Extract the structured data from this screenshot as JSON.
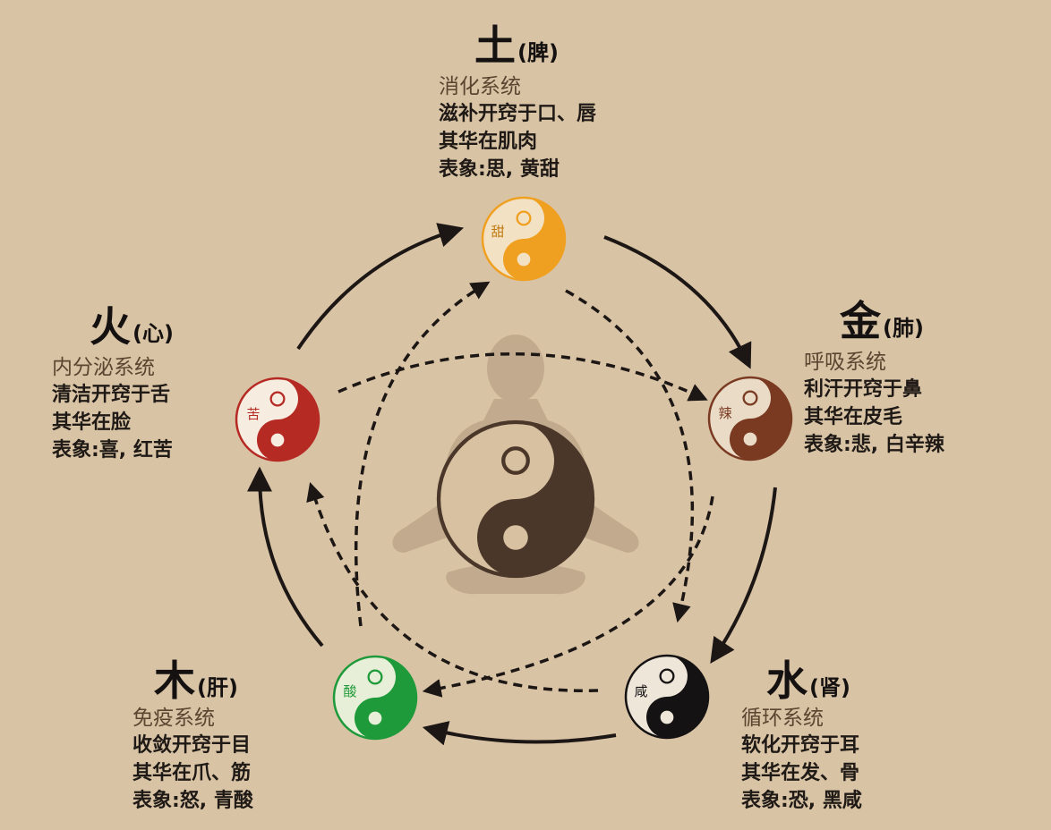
{
  "elements": {
    "earth": {
      "char": "土",
      "organ": "(脾)",
      "system": "消化系统",
      "lines": [
        "滋补开窍于口、唇",
        "其华在肌肉",
        "表象:思, 黄甜"
      ],
      "taste": "甜",
      "color": "#f0a020"
    },
    "fire": {
      "char": "火",
      "organ": "(心)",
      "system": "内分泌系统",
      "lines": [
        "清洁开窍于舌",
        "其华在脸",
        "表象:喜, 红苦"
      ],
      "taste": "苦",
      "color": "#b62a24"
    },
    "metal": {
      "char": "金",
      "organ": "(肺)",
      "system": "呼吸系统",
      "lines": [
        "利汗开窍于鼻",
        "其华在皮毛",
        "表象:悲, 白辛辣"
      ],
      "taste": "辣",
      "color": "#7a3a22"
    },
    "wood": {
      "char": "木",
      "organ": "(肝)",
      "system": "免疫系统",
      "lines": [
        "收敛开窍于目",
        "其华在爪、筋",
        "表象:怒, 青酸"
      ],
      "taste": "酸",
      "color": "#1e9a3a"
    },
    "water": {
      "char": "水",
      "organ": "(肾)",
      "system": "循环系统",
      "lines": [
        "软化开窍于耳",
        "其华在发、骨",
        "表象:恐, 黑咸"
      ],
      "taste": "咸",
      "color": "#141212"
    }
  },
  "center": {
    "color": "#4a372a"
  },
  "palette": {
    "background": "#d9c3a5",
    "arrow": "#1c1714",
    "figure": "#bfa88b"
  }
}
